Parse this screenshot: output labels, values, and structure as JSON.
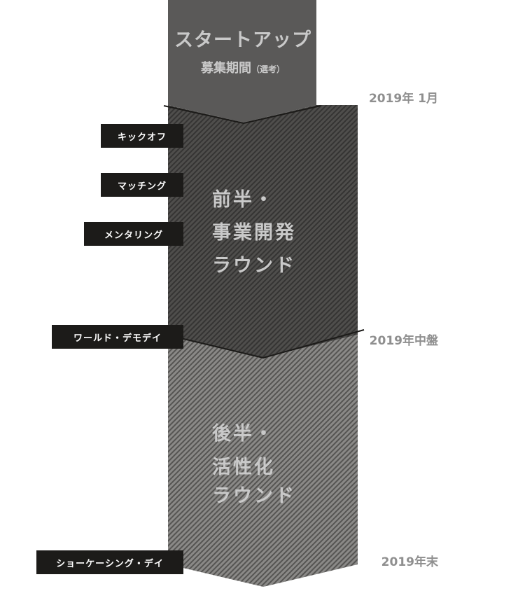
{
  "stages": {
    "startup": {
      "title": "スタートアップ",
      "subtitle": "募集期間",
      "note": "（選考）"
    },
    "first_half": {
      "lines": [
        "前半・",
        "事業開発",
        "ラウンド"
      ]
    },
    "second_half": {
      "lines": [
        "後半・",
        "活性化",
        "ラウンド"
      ]
    }
  },
  "dates": {
    "start": "2019年 1月",
    "mid": "2019年中盤",
    "end": "2019年末"
  },
  "milestones": [
    {
      "label": "キックオフ"
    },
    {
      "label": "マッチング"
    },
    {
      "label": "メンタリング"
    },
    {
      "label": "ワールド・デモデイ"
    },
    {
      "label": "ショーケーシング・デイ"
    }
  ],
  "colors": {
    "startup_fill": "#5a5958",
    "first_half_fill": "#4f4e4c",
    "second_half_fill": "#878684",
    "tag_bg": "#1c1b19",
    "stage_text": "#c9c9c9",
    "date_text": "#8f8f8f"
  }
}
